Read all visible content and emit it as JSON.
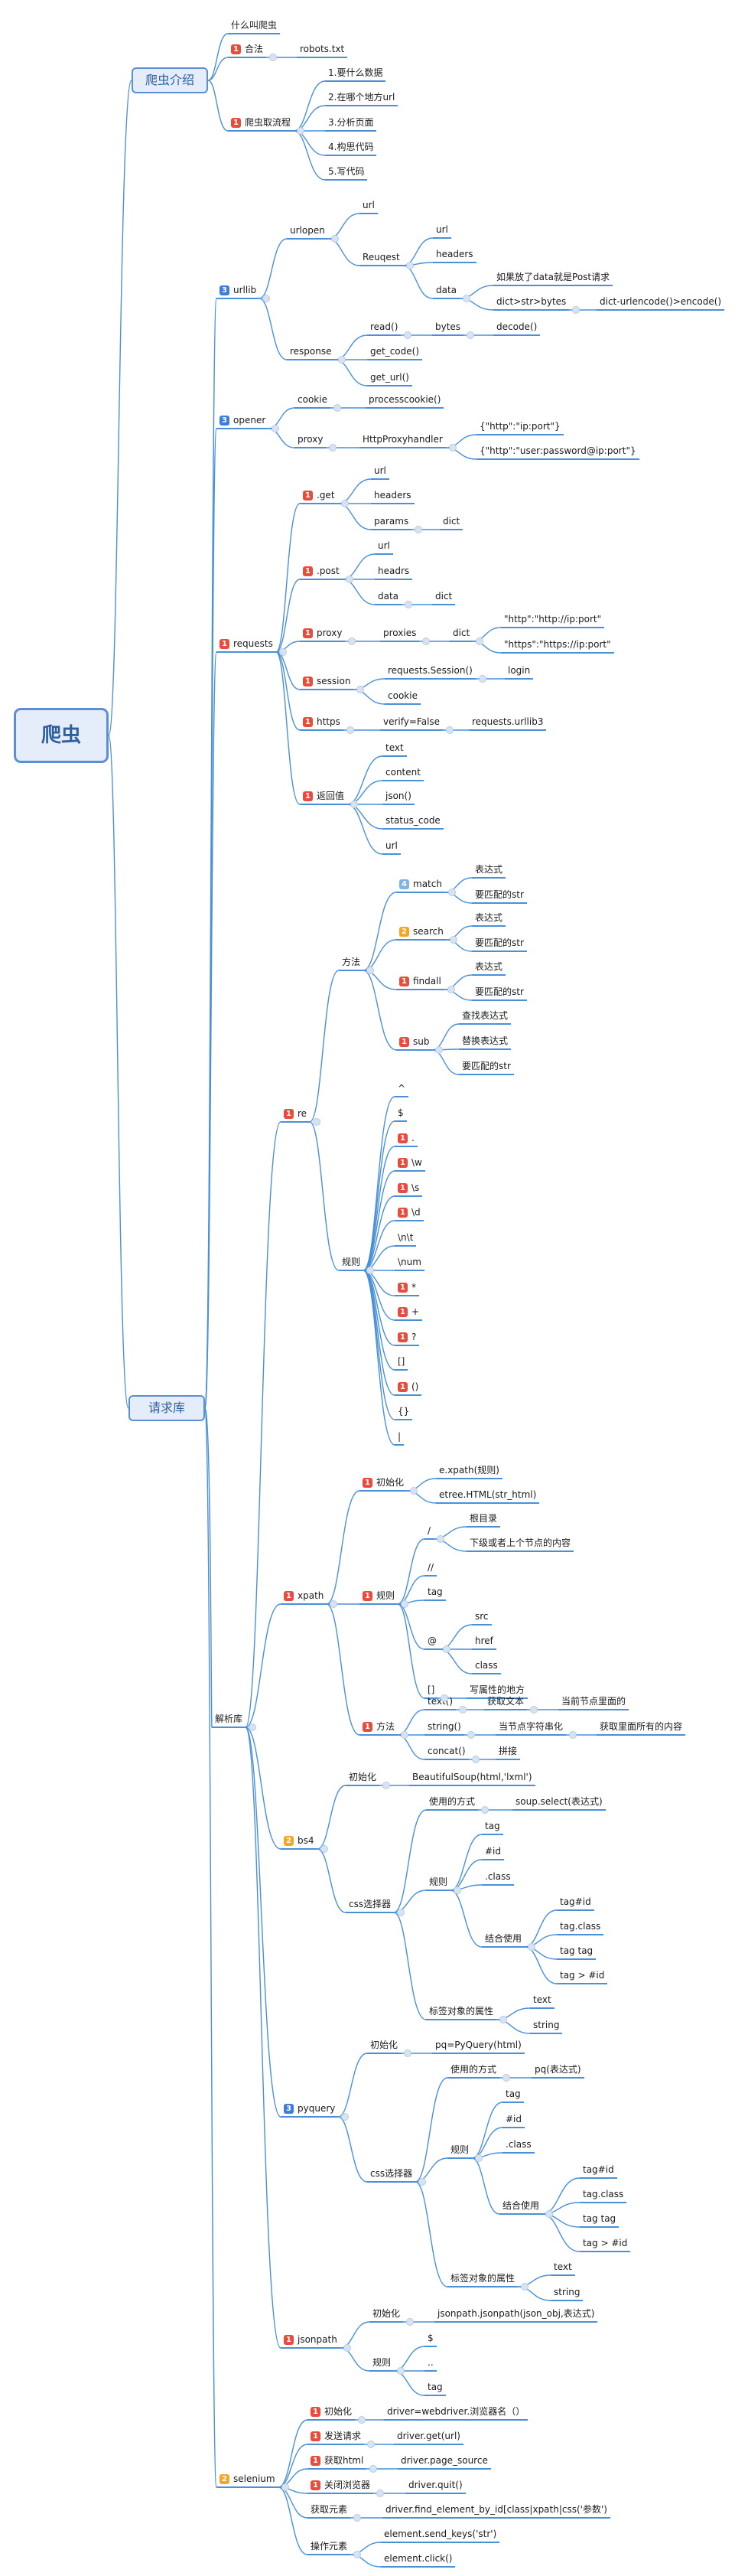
{
  "root": "爬虫",
  "sections": {
    "intro": "爬虫介绍",
    "libs": "请求库"
  },
  "intro": {
    "what": "什么叫爬虫",
    "legal": "合法",
    "robots": "robots.txt",
    "flow": "爬虫取流程",
    "steps": [
      "1.要什么数据",
      "2.在哪个地方url",
      "3.分析页面",
      "4.构思代码",
      "5.写代码"
    ]
  },
  "urllib": {
    "title": "urllib",
    "urlopen": "urlopen",
    "url": "url",
    "reuqest": "Reuqest",
    "req_url": "url",
    "headers": "headers",
    "data": "data",
    "data_note": "如果放了data就是Post请求",
    "dict_bytes": "dict>str>bytes",
    "encode": "dict-urlencode()>encode()",
    "response": "response",
    "read": "read()",
    "bytes": "bytes",
    "decode": "decode()",
    "get_code": "get_code()",
    "get_url": "get_url()"
  },
  "opener": {
    "title": "opener",
    "cookie": "cookie",
    "processcookie": "processcookie()",
    "proxy": "proxy",
    "handler": "HttpProxyhandler",
    "p1": "{\"http\":\"ip:port\"}",
    "p2": "{\"http\":\"user:password@ip:port\"}"
  },
  "requests": {
    "title": "requests",
    "get": ".get",
    "get_url": "url",
    "get_headers": "headers",
    "params": "params",
    "params_dict": "dict",
    "post": ".post",
    "post_url": "url",
    "headrs": "headrs",
    "post_data": "data",
    "post_dict": "dict",
    "proxy": "proxy",
    "proxies": "proxies",
    "proxy_dict": "dict",
    "px1": "\"http\":\"http://ip:port\"",
    "px2": "\"https\":\"https://ip:port\"",
    "session": "session",
    "rsession": "requests.Session()",
    "login": "login",
    "cookie": "cookie",
    "https": "https",
    "verify": "verify=False",
    "urllib3": "requests.urllib3",
    "ret": "返回值",
    "ret_items": [
      "text",
      "content",
      "json()",
      "status_code",
      "url"
    ]
  },
  "parse": {
    "title": "解析库",
    "re": {
      "title": "re",
      "methods": "方法",
      "match": "match",
      "search": "search",
      "findall": "findall",
      "sub": "sub",
      "expr": "表达式",
      "target": "要匹配的str",
      "find_expr": "查找表达式",
      "repl_expr": "替换表达式",
      "rules": "规则",
      "rule_items": [
        "^",
        "$",
        ".",
        "\\w",
        "\\s",
        "\\d",
        "\\n\\t",
        "\\num",
        "*",
        "+",
        "?",
        "[]",
        "()",
        "{}",
        "|"
      ]
    },
    "xpath": {
      "title": "xpath",
      "init": "初始化",
      "i1": "e.xpath(规则)",
      "i2": "etree.HTML(str_html)",
      "rules": "规则",
      "slash": "/",
      "root_dir": "根目录",
      "child": "下级或者上个节点的内容",
      "dslash": "//",
      "tag": "tag",
      "at": "@",
      "src": "src",
      "href": "href",
      "class": "class",
      "bracket": "[]",
      "attr_where": "写属性的地方",
      "methods": "方法",
      "text": "text()",
      "get_text": "获取文本",
      "cur_node": "当前节点里面的",
      "string": "string()",
      "cur_str": "当节点字符串化",
      "all_content": "获取里面所有的内容",
      "concat": "concat()",
      "join": "拼接"
    },
    "bs4": {
      "title": "bs4",
      "init": "初始化",
      "soup": "BeautifulSoup(html,'lxml')",
      "css": "css选择器",
      "usage": "使用的方式",
      "select": "soup.select(表达式)",
      "rules": "规则",
      "tag": "tag",
      "id": "#id",
      "cls": ".class",
      "combo": "结合使用",
      "c1": "tag#id",
      "c2": "tag.class",
      "c3": "tag tag",
      "c4": "tag > #id",
      "attrs": "标签对象的属性",
      "a1": "text",
      "a2": "string"
    },
    "pyquery": {
      "title": "pyquery",
      "init": "初始化",
      "pq": "pq=PyQuery(html)",
      "css": "css选择器",
      "usage": "使用的方式",
      "pq_expr": "pq(表达式)",
      "rules": "规则",
      "tag": "tag",
      "id": "#id",
      "cls": ".class",
      "combo": "结合使用",
      "c1": "tag#id",
      "c2": "tag.class",
      "c3": "tag tag",
      "c4": "tag > #id",
      "attrs": "标签对象的属性",
      "a1": "text",
      "a2": "string"
    },
    "jsonpath": {
      "title": "jsonpath",
      "init": "初始化",
      "jp": "jsonpath.jsonpath(json_obj,表达式)",
      "rules": "规则",
      "r1": "$",
      "r2": "..",
      "r3": "tag"
    }
  },
  "selenium": {
    "title": "selenium",
    "init": "初始化",
    "driver": "driver=webdriver.浏览器名（）",
    "send": "发送请求",
    "get": "driver.get(url)",
    "html": "获取html",
    "source": "driver.page_source",
    "close": "关闭浏览器",
    "quit": "driver.quit()",
    "find": "获取元素",
    "find_fn": "driver.find_element_by_id[class|xpath|css('参数')",
    "op": "操作元素",
    "op1": "element.send_keys('str')",
    "op2": "element.click()"
  },
  "badges": {
    "urllib": "3",
    "opener": "3",
    "requests": "1",
    "get": "1",
    "post": "1",
    "proxy": "1",
    "session": "1",
    "https": "1",
    "ret": "1",
    "legal": "1",
    "flow": "1",
    "re": "1",
    "match": "4",
    "search": "2",
    "findall": "1",
    "sub": "1",
    "xpath": "1",
    "xinit": "1",
    "xrules": "1",
    "xmethods": "1",
    "bs4": "2",
    "pyquery": "3",
    "jsonpath": "1",
    "selenium": "2",
    "s_init": "1",
    "s_send": "1",
    "s_html": "1",
    "s_close": "1",
    "rule_dot": "1",
    "rule_w": "1",
    "rule_s": "1",
    "rule_d": "1",
    "rule_star": "1",
    "rule_plus": "1",
    "rule_q": "1",
    "rule_paren": "1"
  },
  "colors": {
    "line": "#4a90d9",
    "badge_red": "#e74c3c",
    "badge_blue": "#3b7dd8",
    "badge_orange": "#f5a623",
    "box_fill": "#e4edf9",
    "box_border": "#5b8fd1"
  }
}
